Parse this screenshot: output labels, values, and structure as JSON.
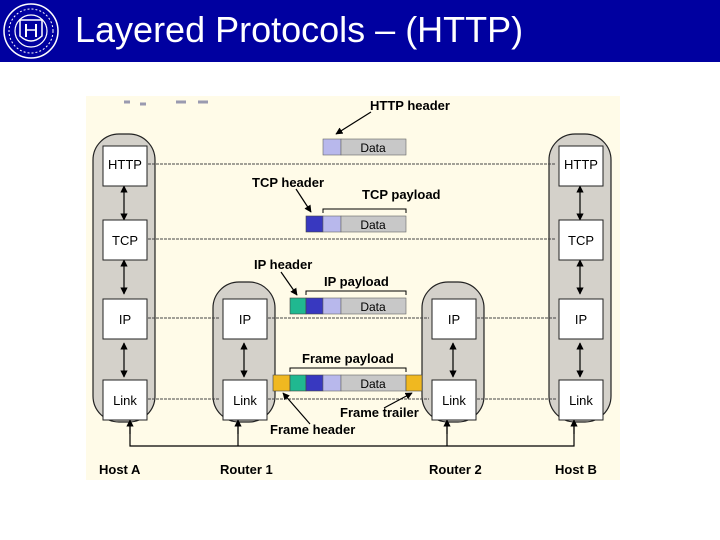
{
  "title": "Layered Protocols – (HTTP)",
  "colors": {
    "title_bar": "#0000a0",
    "diagram_bg": "#fffbe8",
    "host_column": "#d4d1ca",
    "payload": "#c8c8c8",
    "http_header": "#b8b8ec",
    "tcp_header": "#3838c0",
    "ip_header": "#20b890",
    "frame_edge": "#f0b820"
  },
  "logo": {
    "text": "H U",
    "icon": "university-seal-icon"
  },
  "diagram": {
    "layers": {
      "http": "HTTP",
      "tcp": "TCP",
      "ip": "IP",
      "link": "Link"
    },
    "nodes": [
      "Host A",
      "Router 1",
      "Router 2",
      "Host B"
    ],
    "packets": {
      "data": "Data"
    },
    "labels": {
      "http_header": "HTTP header",
      "tcp_header": "TCP header",
      "tcp_payload": "TCP payload",
      "ip_header": "IP header",
      "ip_payload": "IP payload",
      "frame_payload": "Frame payload",
      "frame_trailer": "Frame trailer",
      "frame_header": "Frame header"
    }
  }
}
